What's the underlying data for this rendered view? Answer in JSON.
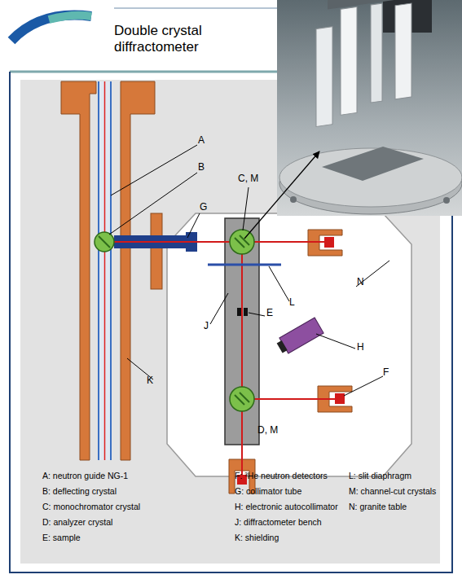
{
  "diagram": {
    "title": "Double crystal diffractometer",
    "labels": [
      "A",
      "B",
      "C, M",
      "G",
      "N",
      "J",
      "L",
      "E",
      "H",
      "F",
      "K",
      "D, M",
      "A: neutron guide NG-1",
      "B: deflecting crystal",
      "C: monochromator crystal",
      "D: analyzer crystal",
      "E: sample",
      "F: ³He neutron detectors",
      "G: collimator tube",
      "H: electronic autocollimator",
      "J: diffractometer bench",
      "K: shielding",
      "L: slit diaphragm",
      "M: channel-cut crystals",
      "N: granite table"
    ]
  }
}
